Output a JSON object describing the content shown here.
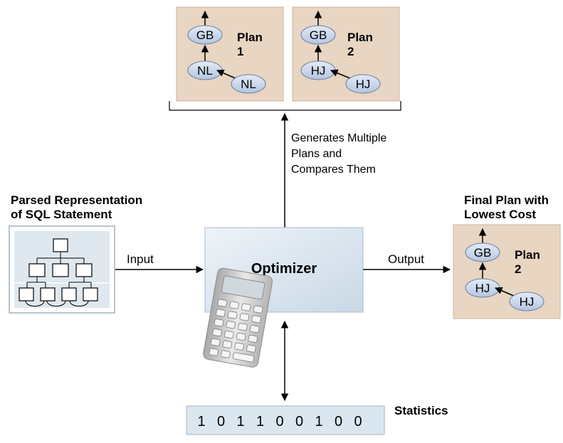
{
  "plans_top": [
    {
      "title_line1": "Plan",
      "title_line2": "1",
      "top_node": "GB",
      "mid_node": "NL",
      "child_node": "NL"
    },
    {
      "title_line1": "Plan",
      "title_line2": "2",
      "top_node": "GB",
      "mid_node": "HJ",
      "child_node": "HJ"
    }
  ],
  "generates_label": [
    "Generates Multiple",
    "Plans and",
    "Compares Them"
  ],
  "parsed_title": [
    "Parsed Representation",
    "of SQL Statement"
  ],
  "input_label": "Input",
  "optimizer_label": "Optimizer",
  "output_label": "Output",
  "final_title": [
    "Final Plan with",
    "Lowest Cost"
  ],
  "final_plan": {
    "title_line1": "Plan",
    "title_line2": "2",
    "top_node": "GB",
    "mid_node": "HJ",
    "child_node": "HJ"
  },
  "statistics": {
    "label": "Statistics",
    "bits": [
      "1",
      "0",
      "1",
      "1",
      "0",
      "0",
      "1",
      "0",
      "0"
    ]
  },
  "colors": {
    "plan_box": "#e8d5c2",
    "node_fill": "#c8d6ea",
    "node_stroke": "#6a7f9e",
    "optimizer_box": "#d6e2ee",
    "stats_box": "#dbe7f0"
  }
}
